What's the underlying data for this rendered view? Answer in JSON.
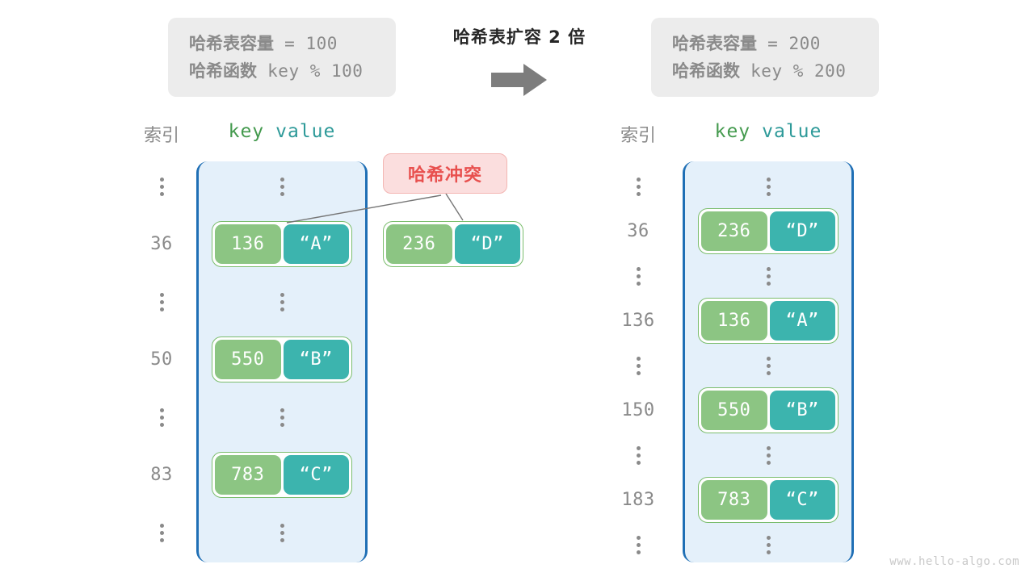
{
  "left_panel": {
    "capacity_label": "哈希表容量",
    "capacity_eq": "= 100",
    "function_label": "哈希函数",
    "function_expr": "key % 100"
  },
  "transition": {
    "title": "哈希表扩容 2 倍",
    "arrow_icon": "right-arrow-icon"
  },
  "right_panel": {
    "capacity_label": "哈希表容量",
    "capacity_eq": "= 200",
    "function_label": "哈希函数",
    "function_expr": "key % 200"
  },
  "headers": {
    "index": "索引",
    "key": "key",
    "value": "value"
  },
  "collision": {
    "label": "哈希冲突",
    "entry": {
      "key": "236",
      "value": "“D”"
    }
  },
  "colors": {
    "key_cell": "#8cc583",
    "value_cell": "#3cb4ae",
    "entry_border": "#7bbd6d",
    "table_fill": "#e4f0fa",
    "table_border": "#1f6fb5",
    "badge_fill": "#fbdede",
    "badge_text": "#e8504e",
    "info_box_fill": "#ececec",
    "muted_text": "#8a8a8a"
  },
  "left_table": {
    "rows": [
      {
        "index": "⋮",
        "ellipsis": true
      },
      {
        "index": "36",
        "ellipsis": false,
        "key": "136",
        "value": "“A”"
      },
      {
        "index": "⋮",
        "ellipsis": true
      },
      {
        "index": "50",
        "ellipsis": false,
        "key": "550",
        "value": "“B”"
      },
      {
        "index": "⋮",
        "ellipsis": true
      },
      {
        "index": "83",
        "ellipsis": false,
        "key": "783",
        "value": "“C”"
      },
      {
        "index": "⋮",
        "ellipsis": true
      }
    ]
  },
  "right_table": {
    "rows": [
      {
        "index": "⋮",
        "ellipsis": true
      },
      {
        "index": "36",
        "ellipsis": false,
        "key": "236",
        "value": "“D”"
      },
      {
        "index": "⋮",
        "ellipsis": true
      },
      {
        "index": "136",
        "ellipsis": false,
        "key": "136",
        "value": "“A”"
      },
      {
        "index": "⋮",
        "ellipsis": true
      },
      {
        "index": "150",
        "ellipsis": false,
        "key": "550",
        "value": "“B”"
      },
      {
        "index": "⋮",
        "ellipsis": true
      },
      {
        "index": "183",
        "ellipsis": false,
        "key": "783",
        "value": "“C”"
      },
      {
        "index": "⋮",
        "ellipsis": true
      }
    ]
  },
  "watermark": "www.hello-algo.com"
}
